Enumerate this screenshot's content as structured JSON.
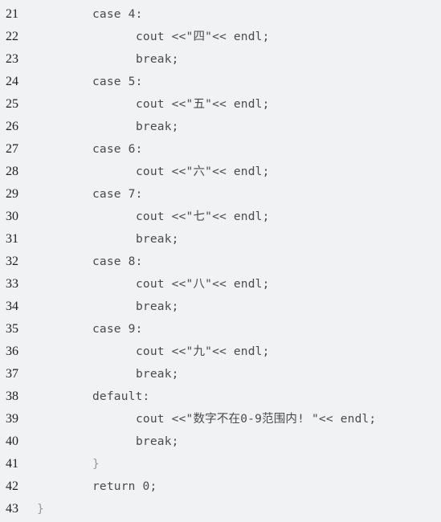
{
  "lines": [
    {
      "number": "21",
      "indent": 1,
      "code": "case 4:"
    },
    {
      "number": "22",
      "indent": 2,
      "code": "cout <<\"四\"<< endl;"
    },
    {
      "number": "23",
      "indent": 2,
      "code": "break;"
    },
    {
      "number": "24",
      "indent": 1,
      "code": "case 5:"
    },
    {
      "number": "25",
      "indent": 2,
      "code": "cout <<\"五\"<< endl;"
    },
    {
      "number": "26",
      "indent": 2,
      "code": "break;"
    },
    {
      "number": "27",
      "indent": 1,
      "code": "case 6:"
    },
    {
      "number": "28",
      "indent": 2,
      "code": "cout <<\"六\"<< endl;"
    },
    {
      "number": "29",
      "indent": 1,
      "code": "case 7:"
    },
    {
      "number": "30",
      "indent": 2,
      "code": "cout <<\"七\"<< endl;"
    },
    {
      "number": "31",
      "indent": 2,
      "code": "break;"
    },
    {
      "number": "32",
      "indent": 1,
      "code": "case 8:"
    },
    {
      "number": "33",
      "indent": 2,
      "code": "cout <<\"八\"<< endl;"
    },
    {
      "number": "34",
      "indent": 2,
      "code": "break;"
    },
    {
      "number": "35",
      "indent": 1,
      "code": "case 9:"
    },
    {
      "number": "36",
      "indent": 2,
      "code": "cout <<\"九\"<< endl;"
    },
    {
      "number": "37",
      "indent": 2,
      "code": "break;"
    },
    {
      "number": "38",
      "indent": 1,
      "code": "default:"
    },
    {
      "number": "39",
      "indent": 2,
      "code": "cout <<\"数字不在0-9范围内! \"<< endl;"
    },
    {
      "number": "40",
      "indent": 2,
      "code": "break;"
    },
    {
      "number": "41",
      "indent": 1,
      "code": "}"
    },
    {
      "number": "42",
      "indent": 1,
      "code": "return 0;"
    },
    {
      "number": "43",
      "indent": 0,
      "code": "}"
    }
  ]
}
